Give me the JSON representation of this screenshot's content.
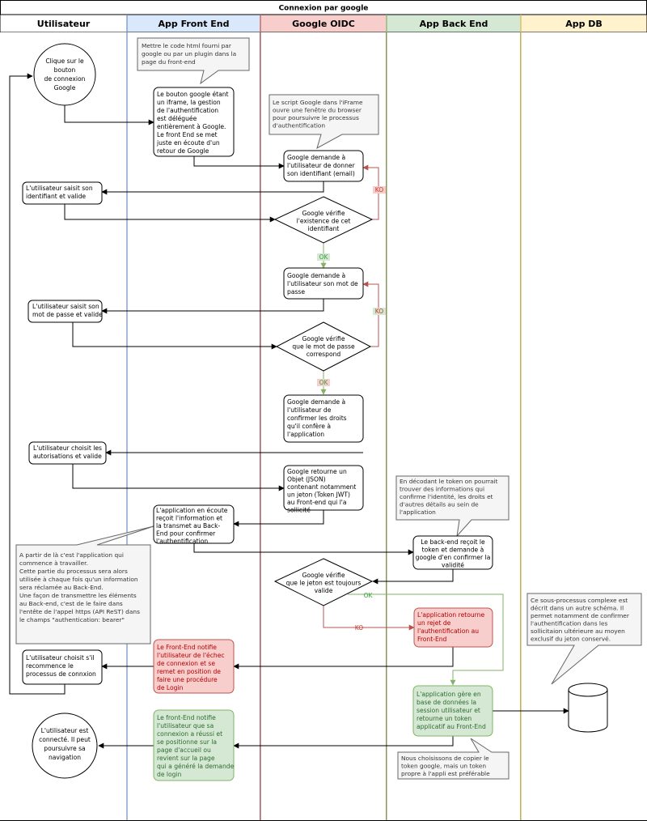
{
  "title": "Connexion par google",
  "lanes": [
    {
      "label": "Utilisateur",
      "color": "#ffffff"
    },
    {
      "label": "App Front End",
      "color": "#dae8fc"
    },
    {
      "label": "Google OIDC",
      "color": "#f8cecc"
    },
    {
      "label": "App Back End",
      "color": "#d5e8d4"
    },
    {
      "label": "App DB",
      "color": "#fff2cc"
    }
  ],
  "nodes": {
    "u_start": [
      "Clique sur le",
      "bouton",
      "de connexion",
      "Google"
    ],
    "u_saisit_id": [
      "L'utilisateur saisit son",
      "identifiant et valide"
    ],
    "u_saisit_mdp": [
      "L'utilisateur saisit son",
      "mot de passe et valide"
    ],
    "u_autorisations": [
      "L'utilisateur choisit les",
      "autorisations et valide"
    ],
    "u_recommence": [
      "L'utilisateur choisit  s'il",
      "recommence le",
      "processus de connxion"
    ],
    "u_connecte": [
      "L'utilisateur est",
      "connecté. Il peut",
      "poursuivre sa",
      "navigation"
    ],
    "f_bouton": [
      "Le bouton google étant",
      "un iframe, la gestion",
      "de l'authentification",
      "est déléguée",
      "entièrement à Google.",
      "Le front End se met",
      "juste en écoute d'un",
      "retour de Google"
    ],
    "f_ecoute": [
      "L'application en écoute",
      "reçoit l'information et",
      "la transmet au Back-",
      "End pour confirmer",
      "l'authentification"
    ],
    "f_echec": [
      "Le Front-End notifie",
      "l'utilisateur de l'échec",
      "de connexion et se",
      "remet en position de",
      "faire une procédure",
      "de Login"
    ],
    "f_succes": [
      "Le front-End notifie",
      "l'utilisateur que sa",
      "connexion a réussi et",
      "se positionne sur la",
      "page d'accueil ou",
      "revient sur la page",
      "qui a généré la demande",
      "de login"
    ],
    "g_demande_id": [
      "Google demande à",
      "l'utilisateur de donner",
      "son identifiant (email)"
    ],
    "g_verifie_id": [
      "Google vérifie",
      "l'existence de cet",
      "identifiant"
    ],
    "g_demande_mdp": [
      "Google demande à",
      "l'utilisateur son mot de",
      "passe"
    ],
    "g_verifie_mdp": [
      "Google vérifie",
      "que le mot de passe",
      "correspond"
    ],
    "g_demande_droits": [
      "Google demande à",
      "l'utilisateur de",
      "confirmer les droits",
      "qu'il confère à",
      "l'application"
    ],
    "g_retourne": [
      "Google retourne un",
      "Objet (JSON)",
      "contenant notamment",
      "un jeton   (Token JWT)",
      "au Front-end qui l'a",
      "sollicité"
    ],
    "b_recoit": [
      "Le back-end reçoit  le",
      "token et demande à",
      "google d'en confirmer la",
      "validité"
    ],
    "b_verifie": [
      "Google vérifie",
      "que le jeton est toujours",
      "valide"
    ],
    "b_rejet": [
      "L'application retourne",
      "un rejet de",
      "l'authentification au",
      "Front-End"
    ],
    "b_session": [
      "L'application gère en",
      "base de données la",
      "session utilisateur et",
      "retourne un token",
      "applicatif au Front-End"
    ]
  },
  "notes": {
    "n_html": [
      "Mettre le code html fourni par",
      "google ou par un plugin dans la",
      "page du front-end"
    ],
    "n_iframe": [
      "Le script Google dans l'iFrame",
      "ouvre une fenêtre du browser",
      "pour poursuivre le processus",
      "d'authentification"
    ],
    "n_token": [
      "En décodant le token on pourrait",
      "trouver des informations qui",
      "confirme l'identité, les droits et",
      "d'autres détails au sein de",
      "l'application"
    ],
    "n_appli": [
      "A partir de là c'est l'application qui",
      "commence à travailler.",
      "",
      "Cette partie du processus sera alors",
      "utilisée à chaque fois qu'un information",
      "sera réclamée au Back-End.",
      "",
      "Une façon de transmettre les éléments",
      "au Back-end, c'est de le faire dans",
      "l'entête de l'appel https (API ReST) dans",
      "le champs \"authentication: bearer\""
    ],
    "n_sous": [
      "Ce sous-processus complexe est",
      "décrit dans un autre schéma. Il",
      "permet notamment de confirmer",
      "l'authentification dans les",
      "sollicitaion ultérieure au moyen",
      "exclusif du jeton conservé."
    ],
    "n_copier": [
      "Nous choisissons de copier le",
      "token google, mais un token",
      "propre à l'appli est préférable"
    ]
  },
  "edge_labels": {
    "ok": "OK",
    "ko": "KO"
  },
  "colors": {
    "red_fill": "#f8cecc",
    "red_stroke": "#b85450",
    "green_fill": "#d5e8d4",
    "green_stroke": "#82b366",
    "note_fill": "#f5f5f5",
    "note_stroke": "#666666",
    "ok_edge": "#82b366",
    "ko_edge": "#b85450"
  }
}
